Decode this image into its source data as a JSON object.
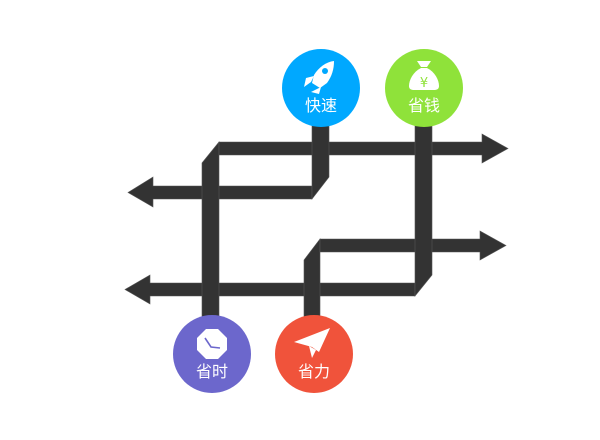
{
  "colors": {
    "bar": "#333333",
    "fast": "#00a8ff",
    "money": "#8fe23a",
    "time": "#6c67cc",
    "effort": "#f0533b"
  },
  "nodes": [
    {
      "label": "快速",
      "icon": "rocket-icon"
    },
    {
      "label": "省钱",
      "icon": "money-bag-icon",
      "symbol": "¥"
    },
    {
      "label": "省时",
      "icon": "clock-icon"
    },
    {
      "label": "省力",
      "icon": "paper-plane-icon"
    }
  ]
}
